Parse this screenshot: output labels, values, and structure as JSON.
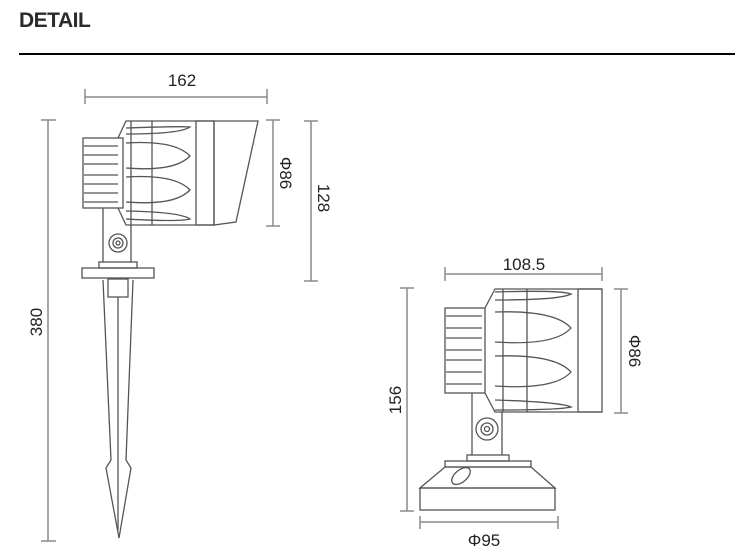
{
  "header": {
    "title": "DETAIL"
  },
  "side_view": {
    "width_label": "162",
    "diameter_label": "Φ86",
    "head_height_label": "128",
    "total_height_label": "380"
  },
  "front_view": {
    "width_label": "108.5",
    "diameter_label": "Φ86",
    "height_label": "156",
    "base_diameter_label": "Φ95"
  },
  "colors": {
    "line": "#555555",
    "dim_line": "#8a8a8a",
    "text": "#222222",
    "rule": "#000000"
  }
}
